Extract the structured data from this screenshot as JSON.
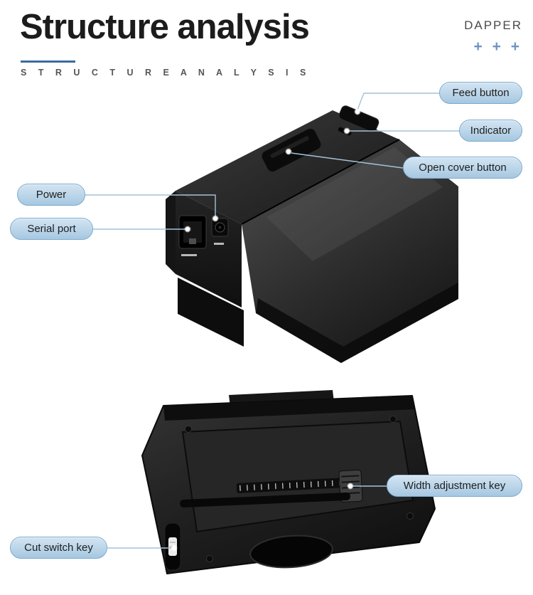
{
  "header": {
    "title": "Structure analysis",
    "brand": "DAPPER",
    "brand_marks": "+ + +",
    "subtitle": "S T R U C T U R E   A N A L Y S I S"
  },
  "callouts": {
    "feed_button": {
      "label": "Feed button"
    },
    "indicator": {
      "label": "Indicator"
    },
    "open_cover_button": {
      "label": "Open cover button"
    },
    "power": {
      "label": "Power"
    },
    "serial_port": {
      "label": "Serial port"
    },
    "width_adjustment_key": {
      "label": "Width adjustment key"
    },
    "cut_switch_key": {
      "label": "Cut switch key"
    }
  },
  "colors": {
    "accent": "#3a6ba0",
    "label_bg_top": "#d3e4f2",
    "label_bg_bottom": "#a6c8e1",
    "label_border": "#7babd0",
    "line": "#a3c2da",
    "brand_plus": "#6e96c0",
    "title_text": "#1c1c1c",
    "subtitle_text": "#555555",
    "label_text": "#1f1f1f"
  }
}
